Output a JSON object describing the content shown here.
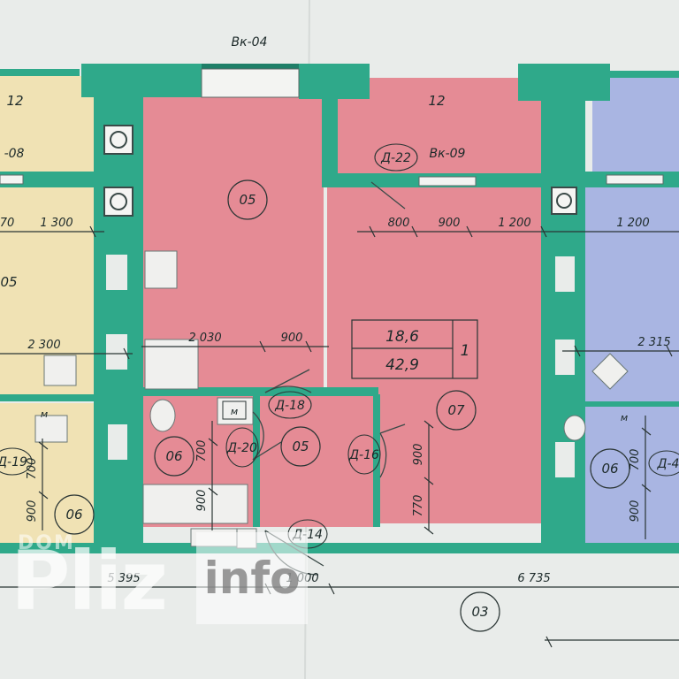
{
  "title": "Вк-04",
  "colors": {
    "wall": "#2fa98a",
    "apartment": "#e58b95",
    "neighbor_left": "#f0e2b4",
    "neighbor_right": "#a9b5e2",
    "paper": "#e9ecea"
  },
  "rooms": [
    {
      "id": "r-left-12",
      "label": "12"
    },
    {
      "id": "r-left-05",
      "label": "05"
    },
    {
      "id": "r-left-06",
      "label": "06"
    },
    {
      "id": "r-main-05",
      "label": "05"
    },
    {
      "id": "r-top-12",
      "label": "12"
    },
    {
      "id": "r-main-07",
      "label": "07"
    },
    {
      "id": "r-bath-06",
      "label": "06"
    },
    {
      "id": "r-hall-05",
      "label": "05"
    },
    {
      "id": "r-right-06",
      "label": "06"
    },
    {
      "id": "r-03",
      "label": "03"
    }
  ],
  "tags": {
    "vk09": "Вк-09",
    "vk08": "-08",
    "d22": "Д-22",
    "d18": "Д-18",
    "d20": "Д-20",
    "d16": "Д-16",
    "d14": "Д-14",
    "d19": "Д-19",
    "d4": "Д-4",
    "m1": "м",
    "m2": "м",
    "m3": "м"
  },
  "apartment": {
    "area_living": "18,6",
    "area_total": "42,9",
    "rooms_count": "1"
  },
  "dimensions": {
    "d800": "800",
    "d900a": "900",
    "d1200a": "1 200",
    "d1200b": "1 200",
    "d70": "70",
    "d1300": "1 300",
    "d2300": "2 300",
    "d2030": "2 030",
    "d900b": "900",
    "d2315": "2 315",
    "d700a": "700",
    "d900c": "900",
    "d700b": "700",
    "d900d": "900",
    "d900e": "900",
    "d770": "770",
    "d700c": "700",
    "d900f": "900",
    "d5395": "5 395",
    "d1000": "1 000",
    "d6735": "6 735"
  },
  "watermark": {
    "top": "DOM",
    "main": "Pliz",
    "suffix": "info"
  }
}
